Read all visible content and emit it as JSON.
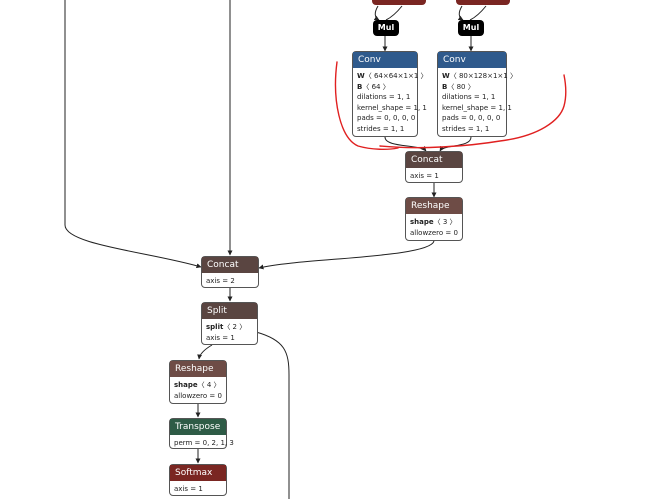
{
  "graph": {
    "mul_left": {
      "label": "Mul"
    },
    "mul_right": {
      "label": "Mul"
    },
    "conv_left": {
      "title": "Conv",
      "rows": [
        {
          "key": "W",
          "value": "〈 64×64×1×1 〉"
        },
        {
          "key": "B",
          "value": "〈 64 〉"
        },
        {
          "key": "",
          "value": "dilations = 1, 1"
        },
        {
          "key": "",
          "value": "kernel_shape = 1, 1"
        },
        {
          "key": "",
          "value": "pads = 0, 0, 0, 0"
        },
        {
          "key": "",
          "value": "strides = 1, 1"
        }
      ]
    },
    "conv_right": {
      "title": "Conv",
      "rows": [
        {
          "key": "W",
          "value": "〈 80×128×1×1 〉"
        },
        {
          "key": "B",
          "value": "〈 80 〉"
        },
        {
          "key": "",
          "value": "dilations = 1, 1"
        },
        {
          "key": "",
          "value": "kernel_shape = 1, 1"
        },
        {
          "key": "",
          "value": "pads = 0, 0, 0, 0"
        },
        {
          "key": "",
          "value": "strides = 1, 1"
        }
      ]
    },
    "concat_top": {
      "title": "Concat",
      "rows": [
        {
          "key": "",
          "value": "axis = 1"
        }
      ]
    },
    "reshape_top": {
      "title": "Reshape",
      "rows": [
        {
          "key": "shape",
          "value": "〈 3 〉"
        },
        {
          "key": "",
          "value": "allowzero = 0"
        }
      ]
    },
    "concat_mid": {
      "title": "Concat",
      "rows": [
        {
          "key": "",
          "value": "axis = 2"
        }
      ]
    },
    "split": {
      "title": "Split",
      "rows": [
        {
          "key": "split",
          "value": "〈 2 〉"
        },
        {
          "key": "",
          "value": "axis = 1"
        }
      ]
    },
    "reshape_bottom": {
      "title": "Reshape",
      "rows": [
        {
          "key": "shape",
          "value": "〈 4 〉"
        },
        {
          "key": "",
          "value": "allowzero = 0"
        }
      ]
    },
    "transpose": {
      "title": "Transpose",
      "rows": [
        {
          "key": "",
          "value": "perm = 0, 2, 1, 3"
        }
      ]
    },
    "softmax": {
      "title": "Softmax",
      "rows": [
        {
          "key": "",
          "value": "axis = 1"
        }
      ]
    }
  },
  "colors": {
    "conv": "#2f5a8c",
    "concat": "#5a4541",
    "reshape": "#6e4c46",
    "transpose": "#2e5b46",
    "softmax": "#7a2622",
    "annotation": "#e02020"
  }
}
